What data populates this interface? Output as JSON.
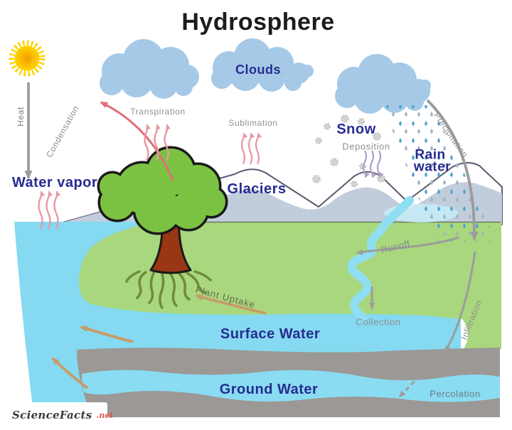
{
  "title": "Hydrosphere",
  "labels": {
    "clouds": "Clouds",
    "water_vapor": "Water vapor",
    "glaciers": "Glaciers",
    "snow": "Snow",
    "rain_line1": "Rain",
    "rain_line2": "water",
    "surface_water": "Surface Water",
    "ground_water": "Ground Water"
  },
  "processes": {
    "heat": "Heat",
    "condensation": "Condensation",
    "transpiration": "Transpiration",
    "sublimation": "Sublimation",
    "deposition": "Deposition",
    "precipitation": "Precipitation",
    "runoff": "Runoff",
    "collection": "Collection",
    "infiltration": "Infiltration",
    "percolation": "Percolation",
    "plant_uptake": "Plant Uptake"
  },
  "branding": {
    "site_name": "ScienceFacts",
    "site_tld": ".net",
    "icon": "atom-icon"
  },
  "colors": {
    "label_navy": "#272b90",
    "process_gray": "#8f8f8f",
    "water_cyan": "#85daf1",
    "land_green": "#a9d77d",
    "ground_gray": "#9b9895",
    "cloud_blue": "#a5c9e7",
    "mountain_shade": "#c2cddc",
    "sun_yellow": "#ffd400",
    "arrow_pink": "#e798a2",
    "arrow_red": "#e26e7c",
    "arrow_tan": "#c59c6a",
    "arrow_gray": "#9c9c9c",
    "deposition_purple": "#b1a0c8",
    "tree_green": "#7cc242",
    "trunk_brown": "#993613"
  }
}
